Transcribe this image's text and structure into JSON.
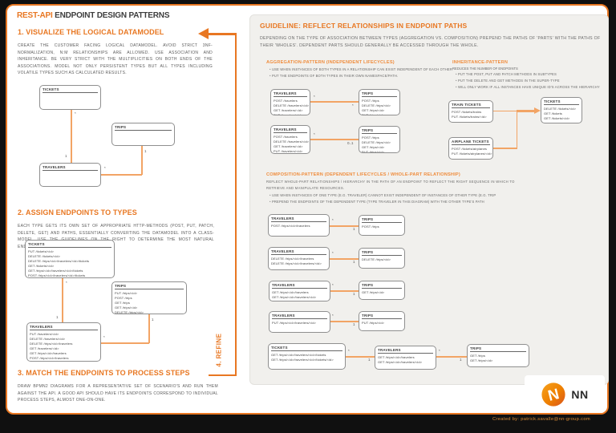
{
  "page": {
    "title_accent": "REST-API",
    "title_rest": " ENDPOINT DESIGN PATTERNS",
    "credit": "Created by: patrick.savalle@nn-group.com",
    "logo_text": "NN",
    "colors": {
      "accent": "#E87722",
      "assoc_line": "#F2A465",
      "panel_bg": "#F1F0ED"
    }
  },
  "left": {
    "step1": {
      "heading": "1. VISUALIZE THE LOGICAL DATAMODEL",
      "body": "CREATE THE CUSTOMER FACING LOGICAL DATAMODEL. AVOID STRICT 3NF-NORMALIZATION, N:M RELATIONSHIPS ARE ALLOWED. USE ASSOCIATION AND INHERITANCE. BE VERY STRICT WITH THE MULTIPLICITIES ON BOTH ENDS OF THE ASSOCIATIONS. MODEL NOT ONLY PERSISTENT TYPES BUT ALL TYPES INCLUDING VOLATILE TYPES SUCH AS CALCULATED RESULTS.",
      "diagram": {
        "tickets": {
          "title": "TICKETS"
        },
        "trips": {
          "title": "TRIPS"
        },
        "travelers": {
          "title": "TRAVELERS"
        },
        "assoc_tickets_travelers": [
          "*",
          "1"
        ],
        "assoc_trips_travelers": [
          "1",
          "*"
        ]
      }
    },
    "step2": {
      "heading": "2. ASSIGN ENDPOINTS TO TYPES",
      "body": "EACH TYPE GETS ITS OWN SET OF APPROPRIATE HTTP-METHODS (POST, PUT, PATCH, DELETE, GET) AND PATHS, ESSENTIALLY CONVERTING THE DATAMODEL INTO A CLASS-MODEL. USE THE GUIDELINES ON THE RIGHT TO DETERMINE THE MOST NATURAL ENDPOINT PATHS.",
      "tickets": {
        "title": "TICKETS",
        "endpoints": [
          "PUT /tickets/<id>",
          "DELETE /tickets/<id>",
          "DELETE /trips/<id>/travelers/<id>/tickets",
          "GET /tickets/<id>",
          "GET /trips/<id>/travelers/<id>/tickets",
          "POST /trips/<id>/travelers/<id>/tickets"
        ]
      },
      "trips": {
        "title": "TRIPS",
        "endpoints": [
          "PUT /trips/<id>",
          "POST /trips",
          "GET /trips",
          "GET /trips/<id>",
          "DELETE /trips/<id>"
        ]
      },
      "travelers": {
        "title": "TRAVELERS",
        "endpoints": [
          "PUT /travelers/<id>",
          "DELETE /travelers/<id>",
          "DELETE /trips/<id>/travelers",
          "GET /travelers/<id>",
          "GET /trips/<id>/travelers",
          "POST /trips/<id>/travelers"
        ]
      },
      "assoc_tickets_travelers": [
        "*",
        "1"
      ],
      "assoc_trips_travelers": [
        "1",
        "*"
      ]
    },
    "step3": {
      "heading": "3. MATCH THE ENDPOINTS TO PROCESS STEPS",
      "body": "DRAW BPMN2 DIAGRAMS FOR A REPRESENTATIVE SET OF SCENARIO'S AND RUN THEM AGAINST THE API. A GOOD API SHOULD HAVE ITS ENDPOINTS CORRESPOND TO INDIVIDUAL PROCESS STEPS, ALMOST ONE-ON-ONE.",
      "step4_label": "4. REFINE"
    }
  },
  "guideline": {
    "heading": "GUIDELINE: REFLECT RELATIONSHIPS IN ENDPOINT PATHS",
    "intro": "DEPENDING ON THE TYPE OF ASSOCIATION BETWEEN TYPES (AGGREGATION VS. COMPOSITION) PREPEND THE PATHS OF 'PARTS' WITH THE PATHS OF THEIR 'WHOLES'. DEPENDENT PARTS SHOULD GENERALLY BE ACCESSED THROUGH THE WHOLE.",
    "aggregation": {
      "heading": "AGGREGATION-PATTERN (INDEPENDENT LIFECYCLES)",
      "bullets": [
        "USE WHEN INSTANCES OF BOTH TYPES IN A RELATIONSHIP CAN EXIST INDEPENDENT OF EACH OTHER",
        "PUT THE ENDPOINTS OF BOTH TYPES IN THEIR OWN NAMESPACE/PATH."
      ],
      "rows": [
        {
          "left": {
            "title": "TRAVELERS",
            "endpoints": [
              "POST /travelers",
              "DELETE /travelers/<id>",
              "GET /travelers/<id>",
              "PUT /travelers/<id>"
            ]
          },
          "right": {
            "title": "TRIPS",
            "endpoints": [
              "POST /trips",
              "DELETE /trips/<id>",
              "GET /trips/<id>",
              "PUT /trips/<id>"
            ]
          },
          "mult": [
            "*",
            "*"
          ]
        },
        {
          "left": {
            "title": "TRAVELERS",
            "endpoints": [
              "POST /travelers",
              "DELETE /travelers/<id>",
              "GET /travelers/<id>",
              "PUT /travelers/<id>"
            ]
          },
          "right": {
            "title": "TRIPS",
            "endpoints": [
              "POST /trips",
              "DELETE /trips/<id>",
              "GET /trips/<id>",
              "PUT /trips/<id>"
            ]
          },
          "mult": [
            "*",
            "0..1"
          ]
        }
      ]
    },
    "inheritance": {
      "heading": "INHERITANCE-PATTERN",
      "sub": "REDUCES THE NUMBER OF ENDPOINTS",
      "bullets": [
        "PUT THE POST, PUT AND PATCH METHODS IN SUBTYPES",
        "PUT THE DELETE AND GET METHODS IN THE SUPER-TYPE",
        "WILL ONLY WORK IF ALL INSTANCES HAVE UNIQUE ID'S ACROSS THE HIERARCHY"
      ],
      "train": {
        "title": "TRAIN TICKETS",
        "endpoints": [
          "POST /tickets/trains",
          "PUT /tickets/trains/<id>"
        ]
      },
      "airplane": {
        "title": "AIRPLANE TICKETS",
        "endpoints": [
          "POST /tickets/airplanes",
          "PUT /tickets/airplanes/<id>"
        ]
      },
      "supertype": {
        "title": "TICKETS",
        "endpoints": [
          "DELETE /tickets/<id>",
          "GET /tickets",
          "GET /tickets/<id>"
        ]
      }
    },
    "composition": {
      "heading": "COMPOSITION-PATTERN (DEPENDENT LIFECYCLES / WHOLE-PART RELATIONSHIP)",
      "intro": "REFLECT WHOLE-PART RELATIONSHIPS / HIERARCHY IN THE PATH OF AN ENDPOINT TO REFLECT THE RIGHT SEQUENCE IN WHICH TO RETRIEVE AND MANIPULATE RESOURCES.",
      "bullets": [
        "USE WHEN INSTANCES OF ONE TYPE (E.G. TRAVELER) CANNOT EXIST INDEPENDENT OF INSTANCES OF OTHER TYPE (E.G. TRIP",
        "PREPEND THE ENDPOINTS OF THE DEPENDENT TYPE (TYPE TRAVELER IN THIS DIAGRAM) WITH THE OTHER TYPE'S PATH"
      ],
      "rows": [
        {
          "left": {
            "title": "TRAVELERS",
            "endpoints": [
              "POST /trips/<id>/travelers"
            ]
          },
          "right": {
            "title": "TRIPS",
            "endpoints": [
              "POST /trips"
            ]
          },
          "mult": [
            "*",
            "1"
          ]
        },
        {
          "left": {
            "title": "TRAVELERS",
            "endpoints": [
              "DELETE /trips/<id>/travelers",
              "DELETE /trips/<id>/travelers/<id>"
            ]
          },
          "right": {
            "title": "TRIPS",
            "endpoints": [
              "DELETE /trips/<id>"
            ]
          },
          "mult": [
            "*",
            "1"
          ]
        },
        {
          "left": {
            "title": "TRAVELERS",
            "endpoints": [
              "GET /trips/<id>/travelers",
              "GET /trips/<id>/travelers/<id>"
            ]
          },
          "right": {
            "title": "TRIPS",
            "endpoints": [
              "GET /trips/<id>"
            ]
          },
          "mult": [
            "*",
            "1"
          ]
        },
        {
          "left": {
            "title": "TRAVELERS",
            "endpoints": [
              "PUT /trips/<id>/travelers/<id>"
            ]
          },
          "right": {
            "title": "TRIPS",
            "endpoints": [
              "PUT /trips/<id>"
            ]
          },
          "mult": [
            "*",
            "1"
          ]
        }
      ],
      "chain": {
        "tickets": {
          "title": "TICKETS",
          "endpoints": [
            "GET /trips/<id>/travelers/<id>/tickets",
            "GET /trips/<id>/travelers/<id>/tickets/<id>"
          ]
        },
        "travelers": {
          "title": "TRAVELERS",
          "endpoints": [
            "GET /trips/<id>/travelers",
            "GET /trips/<id>/travelers/<id>"
          ]
        },
        "trips": {
          "title": "TRIPS",
          "endpoints": [
            "GET /trips",
            "GET /trips/<id>"
          ]
        },
        "mult1": [
          "*",
          "1"
        ],
        "mult2": [
          "*",
          "1"
        ]
      }
    }
  }
}
